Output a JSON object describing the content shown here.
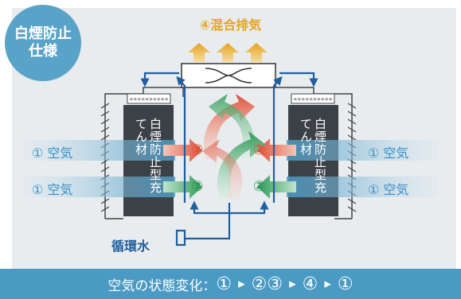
{
  "badge": {
    "line1": "白煙防止",
    "line2": "仕様"
  },
  "exhaust_label": "④混合排気",
  "filler_text": "白煙防止型充てん材",
  "air_label": "① 空気",
  "stage_2": "②",
  "stage_3": "③",
  "water_label": "循環水",
  "bar": {
    "prefix": "空気の状態変化：",
    "s1": "①",
    "s2": "②③",
    "s4": "④",
    "s5": "①",
    "arrow": "▸"
  },
  "colors": {
    "panel": "#e9ecee",
    "filler": "#3c4147",
    "water": "#1f5fa0",
    "air_blue": "#4a9ac4",
    "warm_red": "#e0503a",
    "green": "#2f9a57",
    "exhaust_yellow": "#e6a320",
    "bar": "#4a9ac4"
  }
}
